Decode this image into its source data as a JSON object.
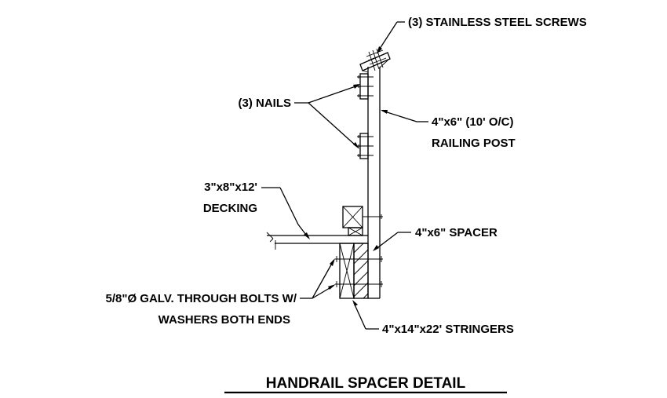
{
  "drawing": {
    "labels": {
      "screws": "(3) STAINLESS STEEL SCREWS",
      "nails": "(3) NAILS",
      "post_line1": "4\"x6\" (10' O/C)",
      "post_line2": "RAILING POST",
      "decking_line1": "3\"x8\"x12'",
      "decking_line2": "DECKING",
      "spacer": "4\"x6\" SPACER",
      "bolts_line1": "5/8\"Ø GALV. THROUGH BOLTS W/",
      "bolts_line2": "WASHERS BOTH ENDS",
      "stringers": "4\"x14\"x22' STRINGERS"
    },
    "title": "HANDRAIL SPACER DETAIL"
  }
}
